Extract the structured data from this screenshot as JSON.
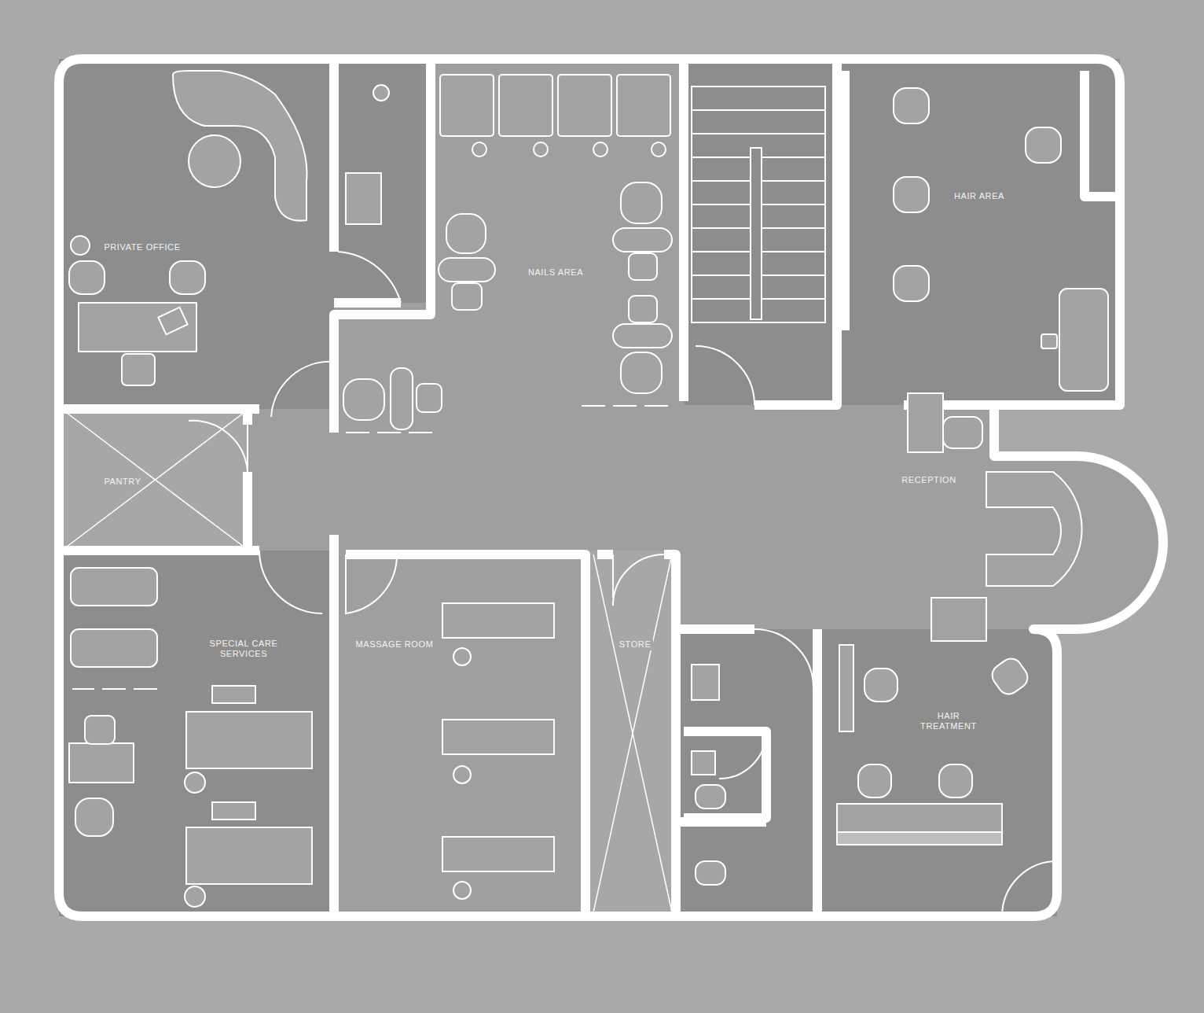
{
  "diagram": {
    "nodes": [
      {
        "text": [
          "PRIVATE OFFICE"
        ]
      },
      {
        "text": [
          "NAILS AREA"
        ]
      },
      {
        "text": [
          "HAIR AREA"
        ]
      },
      {
        "text": [
          "PANTRY"
        ]
      },
      {
        "text": [
          "RECEPTION"
        ]
      },
      {
        "text": [
          "SPECIAL CARE SERVICES"
        ]
      },
      {
        "text": [
          "MASSAGE ROOM"
        ]
      },
      {
        "text": [
          "STORE"
        ]
      },
      {
        "text": [
          "HAIR TREATMENT"
        ]
      }
    ]
  }
}
